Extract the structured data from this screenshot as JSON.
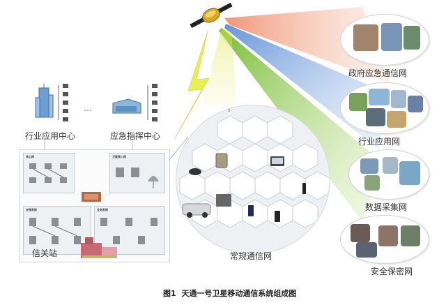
{
  "caption": {
    "figure_no": "图1",
    "title": "天通一号卫星移动通信系统组成图"
  },
  "centers": {
    "industry_center": "行业应用中心",
    "emergency_center": "应急指挥中心",
    "ellipsis": "…"
  },
  "gateway": {
    "label": "信关站",
    "core_net": "核心网",
    "sat_access": "卫星接入网",
    "support_sys": "支撑系统",
    "business_sys": "业务系统"
  },
  "network": {
    "label": "常规通信网",
    "marker": "s"
  },
  "user_groups": [
    {
      "label": "政府应急通信网"
    },
    {
      "label": "行业应用网"
    },
    {
      "label": "数据采集网"
    },
    {
      "label": "安全保密网"
    }
  ],
  "colors": {
    "beam_red": "#f4a48a",
    "beam_blue": "#7ea6de",
    "beam_green": "#8cc63e",
    "beam_yellow": "#d7e03a",
    "bolt": "#e8ec4a",
    "hex_stroke": "#c8cdd6"
  }
}
